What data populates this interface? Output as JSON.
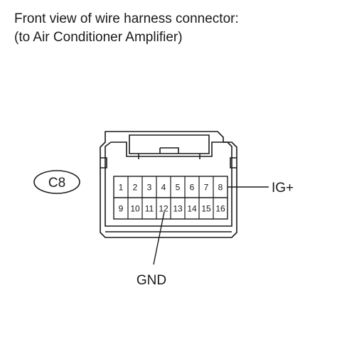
{
  "title": {
    "line1": "Front view of wire harness connector:",
    "line2": "(to Air Conditioner Amplifier)"
  },
  "connector": {
    "code": "C8",
    "top_row_pins": [
      "1",
      "2",
      "3",
      "4",
      "5",
      "6",
      "7",
      "8"
    ],
    "bottom_row_pins": [
      "9",
      "10",
      "11",
      "12",
      "13",
      "14",
      "15",
      "16"
    ]
  },
  "callouts": {
    "ig_plus": "IG+",
    "gnd": "GND"
  },
  "colors": {
    "line": "#1a1a1a",
    "background": "#ffffff"
  }
}
